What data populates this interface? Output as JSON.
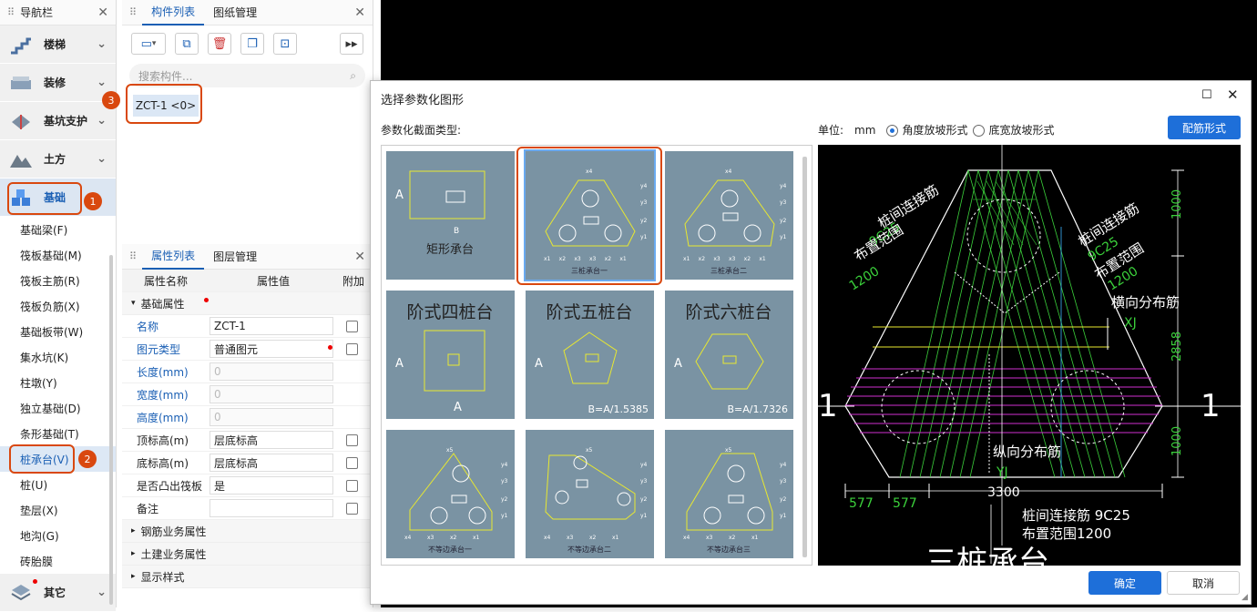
{
  "nav": {
    "title": "导航栏",
    "categories": [
      "楼梯",
      "装修",
      "基坑支护",
      "土方",
      "基础"
    ],
    "subitems": [
      "基础梁(F)",
      "筏板基础(M)",
      "筏板主筋(R)",
      "筏板负筋(X)",
      "基础板带(W)",
      "集水坑(K)",
      "柱墩(Y)",
      "独立基础(D)",
      "条形基础(T)",
      "桩承台(V)",
      "桩(U)",
      "垫层(X)",
      "地沟(G)",
      "砖胎膜"
    ],
    "bottom_category": "其它"
  },
  "component_panel": {
    "tabs": [
      "构件列表",
      "图纸管理"
    ],
    "search_placeholder": "搜索构件...",
    "item": "ZCT-1 <0>"
  },
  "badges": [
    "1",
    "2",
    "3"
  ],
  "props_panel": {
    "tabs": [
      "属性列表",
      "图层管理"
    ],
    "headers": [
      "属性名称",
      "属性值",
      "附加"
    ],
    "group": "基础属性",
    "rows": [
      {
        "name": "名称",
        "value": "ZCT-1"
      },
      {
        "name": "图元类型",
        "value": "普通图元"
      },
      {
        "name": "长度(mm)",
        "value": "0"
      },
      {
        "name": "宽度(mm)",
        "value": "0"
      },
      {
        "name": "高度(mm)",
        "value": "0"
      },
      {
        "name": "顶标高(m)",
        "value": "层底标高"
      },
      {
        "name": "底标高(m)",
        "value": "层底标高"
      },
      {
        "name": "是否凸出筏板",
        "value": "是"
      },
      {
        "name": "备注",
        "value": ""
      }
    ],
    "groups_collapsed": [
      "钢筋业务属性",
      "土建业务属性",
      "显示样式"
    ]
  },
  "dialog": {
    "title": "选择参数化图形",
    "section_label": "参数化截面类型:",
    "unit_label": "单位:",
    "unit_value": "mm",
    "radio1": "角度放坡形式",
    "radio2": "底宽放坡形式",
    "rebar_button": "配筋形式",
    "ok": "确定",
    "cancel": "取消",
    "thumbs": [
      {
        "title": "矩形承台",
        "dim1": "A",
        "dim2": "B"
      },
      {
        "title": "三桩承台一",
        "dims": [
          "x4",
          "y4",
          "y3",
          "y2",
          "y1",
          "x1",
          "x2",
          "x3",
          "x3",
          "x2",
          "x1"
        ]
      },
      {
        "title": "三桩承台二",
        "dims": [
          "x4",
          "y4",
          "y3",
          "y2",
          "y1",
          "x1",
          "x2",
          "x3",
          "x3",
          "x2",
          "x1"
        ]
      },
      {
        "title": "阶式四桩台",
        "dim1": "A",
        "dim2": "A"
      },
      {
        "title": "阶式五桩台",
        "dim1": "A",
        "formula": "B=A/1.5385"
      },
      {
        "title": "阶式六桩台",
        "dim1": "A",
        "formula": "B=A/1.7326"
      },
      {
        "title": "不等边承台一",
        "dims": [
          "x5",
          "y4",
          "y3",
          "y2",
          "y1",
          "x4",
          "x3",
          "x2",
          "x1"
        ]
      },
      {
        "title": "不等边承台二",
        "dims": [
          "x5",
          "y4",
          "y3",
          "y2",
          "y1",
          "x4",
          "x3",
          "x2",
          "x1"
        ]
      },
      {
        "title": "不等边承台三",
        "dims": [
          "x5",
          "y4",
          "y3",
          "y2",
          "y1",
          "x4",
          "x3",
          "x2",
          "x1"
        ]
      }
    ],
    "preview": {
      "labels": [
        "桩间连接筋",
        "9C25",
        "布置范围",
        "1200",
        "桩间连接筋",
        "9C25",
        "布置范围",
        "1200",
        "横向分布筋",
        "XJ",
        "纵向分布筋",
        "YJ",
        "桩间连接筋 9C25",
        "布置范围1200",
        "1",
        "1"
      ],
      "dims": [
        "1000",
        "2858",
        "1000",
        "577",
        "577",
        "3300"
      ],
      "big_title": "三桩承台"
    }
  },
  "colors": {
    "accent": "#1e6fd9",
    "highlight": "#d9480f",
    "thumb_bg": "#7a93a3",
    "cad_bg": "#000000"
  }
}
